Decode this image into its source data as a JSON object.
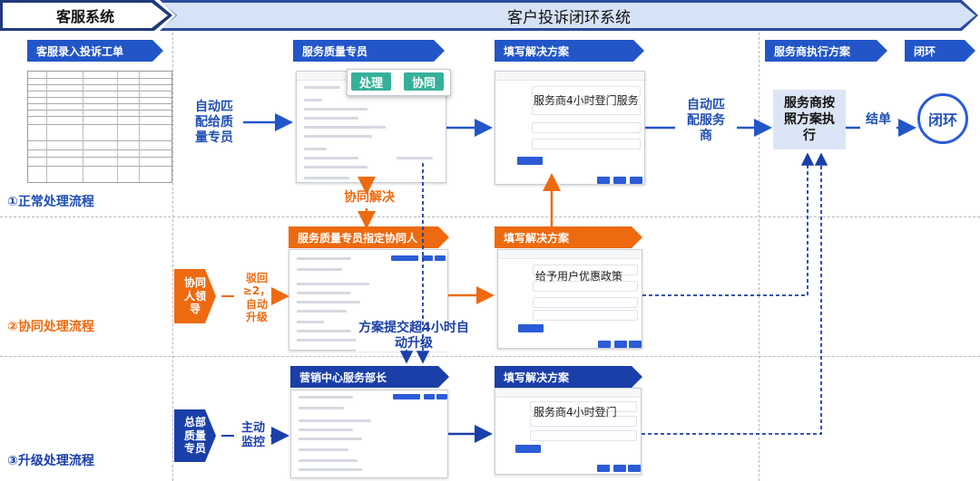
{
  "header": {
    "left_system": "客服系统",
    "right_system": "客户投诉闭环系统"
  },
  "steps": {
    "entry": "客服录入投诉工单",
    "quality_specialist": "服务质量专员",
    "fill_solution": "填写解决方案",
    "provider_exec": "服务商执行方案",
    "closed": "闭环",
    "assign_collab": "服务质量专员指定协同人",
    "fill_solution_2": "填写解决方案",
    "marketing_head": "营销中心服务部长",
    "fill_solution_3": "填写解决方案"
  },
  "flows": {
    "normal": "①正常处理流程",
    "collab": "②协同处理流程",
    "escalate": "③升级处理流程"
  },
  "labels": {
    "auto_match_specialist": "自动匹\n配给质\n量专员",
    "auto_match_provider": "自动匹\n配服务\n商",
    "collab_resolve": "协同解决",
    "overtime_upgrade": "方案提交超4小时自\n动升级",
    "close_ticket": "结单",
    "provider_execute": "服务商按\n照方案执\n行",
    "closed_loop": "闭环",
    "reject_upgrade": "驳回\n≥2，\n自动\n升级",
    "collab_leader": "协同\n人领\n导",
    "hq_specialist": "总部\n质量\n专员",
    "active_monitor": "主动\n监控"
  },
  "popup_buttons": {
    "process": "处理",
    "collaborate": "协同"
  },
  "solutions": {
    "s1": "服务商4小时登门服务",
    "s2": "给予用户优惠政策",
    "s3": "服务商4小时登门"
  },
  "colors": {
    "blue": "#2256c8",
    "orange": "#ee6a10",
    "navy": "#1a3fa8",
    "teal": "#37b09a"
  }
}
